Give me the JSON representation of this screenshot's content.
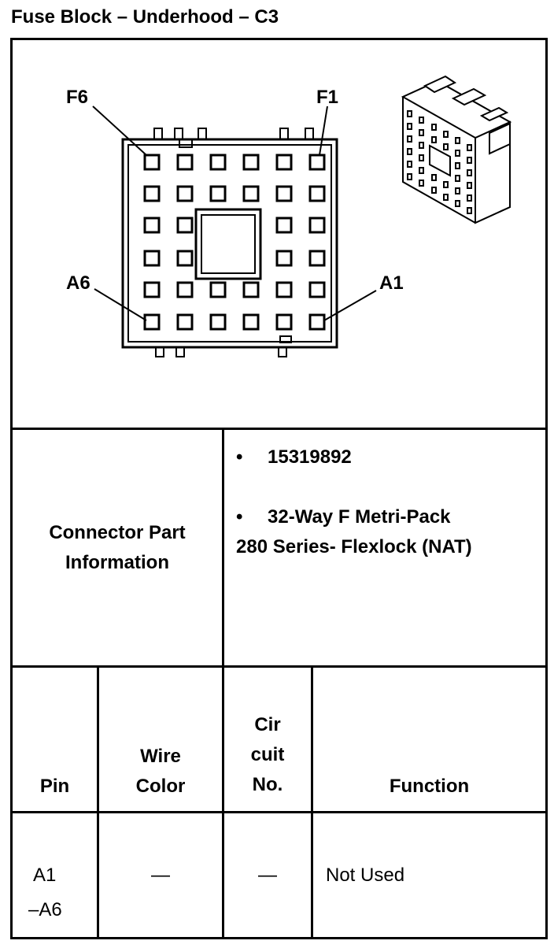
{
  "title": "Fuse Block – Underhood – C3",
  "diagram": {
    "labels": {
      "f6": "F6",
      "f1": "F1",
      "a6": "A6",
      "a1": "A1"
    }
  },
  "connector_info": {
    "label_line1": "Connector Part",
    "label_line2": "Information",
    "bullet": "•",
    "part_number": "15319892",
    "description_line1": "32-Way F Metri-Pack",
    "description_line2": "280 Series- Flexlock (NAT)"
  },
  "table": {
    "headers": {
      "pin": "Pin",
      "wire_color_1": "Wire",
      "wire_color_2": "Color",
      "circuit_1": "Cir",
      "circuit_2": "cuit",
      "circuit_3": "No.",
      "function": "Function"
    },
    "rows": [
      {
        "pin_1": "A1",
        "pin_2": "–A6",
        "wire_color": "—",
        "circuit": "—",
        "function": "Not Used"
      }
    ]
  }
}
